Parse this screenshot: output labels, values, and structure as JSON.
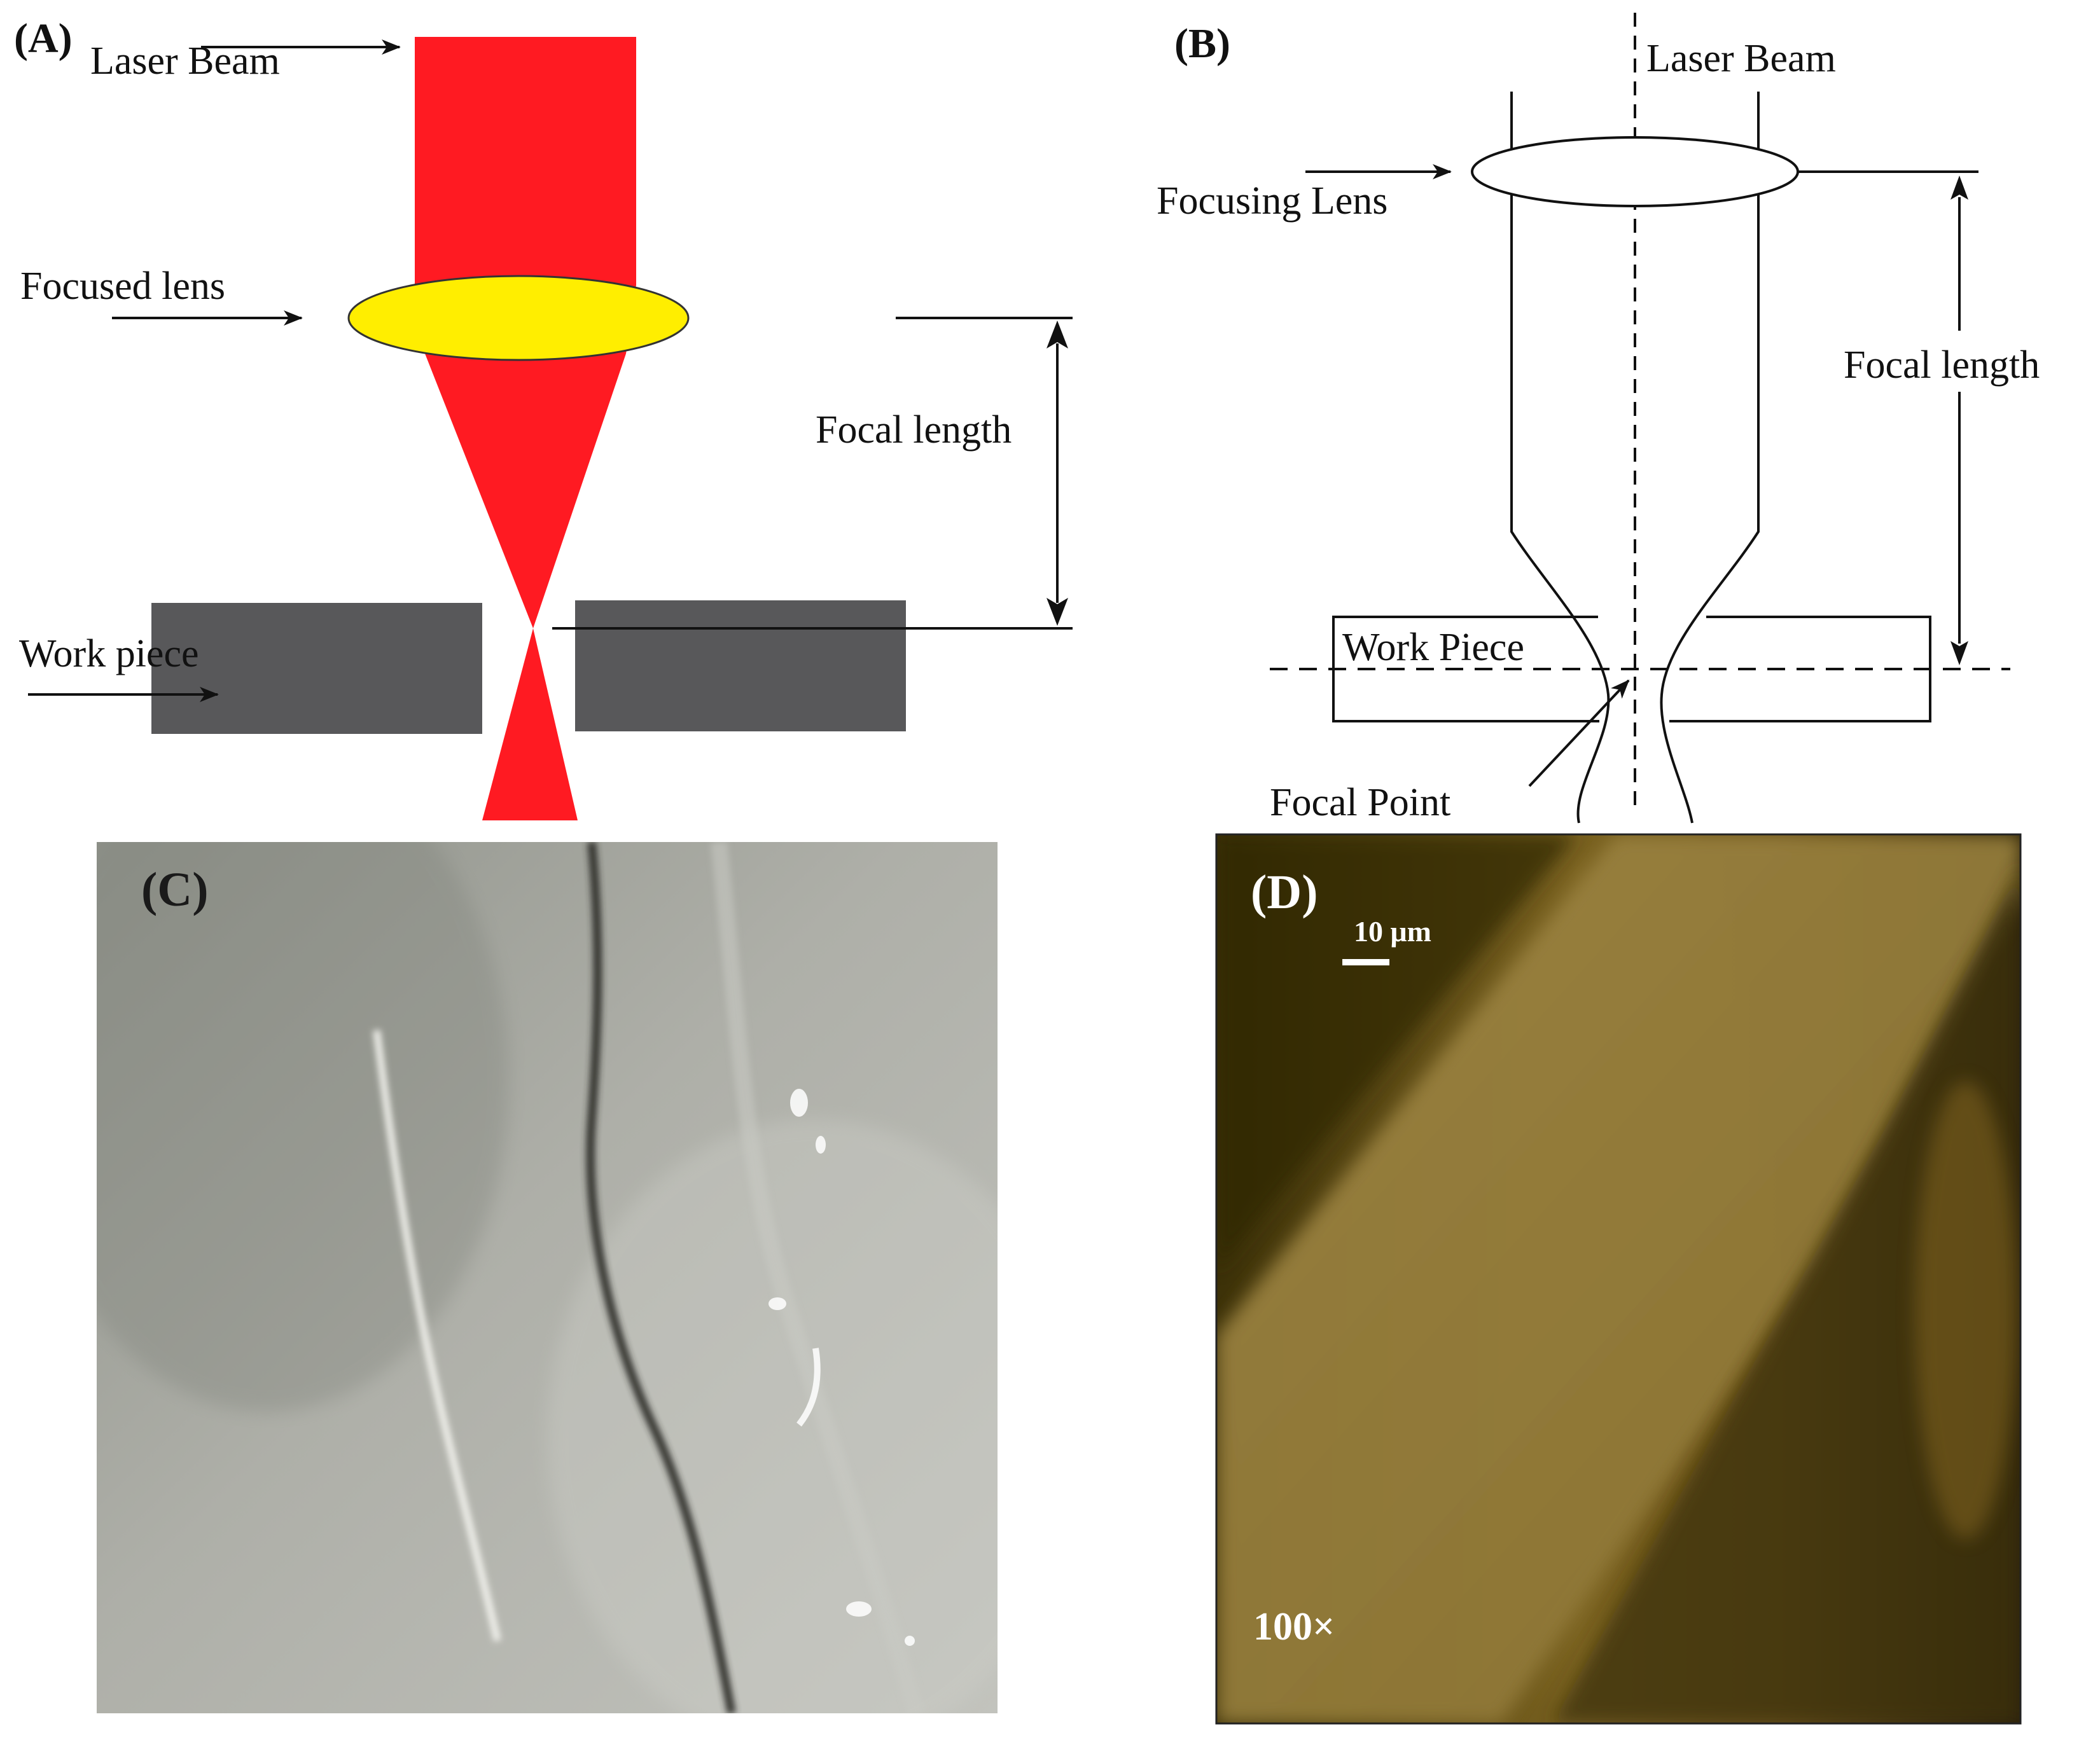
{
  "panels": {
    "a": {
      "label": "(A)",
      "laser_beam": "Laser Beam",
      "focused_lens": "Focused lens",
      "focal_length": "Focal length",
      "work_piece": "Work piece"
    },
    "b": {
      "label": "(B)",
      "laser_beam": "Laser Beam",
      "focusing_lens": "Focusing Lens",
      "focal_length": "Focal length",
      "work_piece": "Work Piece",
      "focal_point": "Focal Point"
    },
    "c": {
      "label": "(C)"
    },
    "d": {
      "label": "(D)",
      "scale_bar": "10 μm",
      "magnification": "100×"
    }
  },
  "colors": {
    "beam": "#ff1a22",
    "lens": "#ffee00",
    "workpiece": "#58585a",
    "photo_c_bg": "#a7a8a1",
    "photo_d_bg": "#6e5716"
  }
}
